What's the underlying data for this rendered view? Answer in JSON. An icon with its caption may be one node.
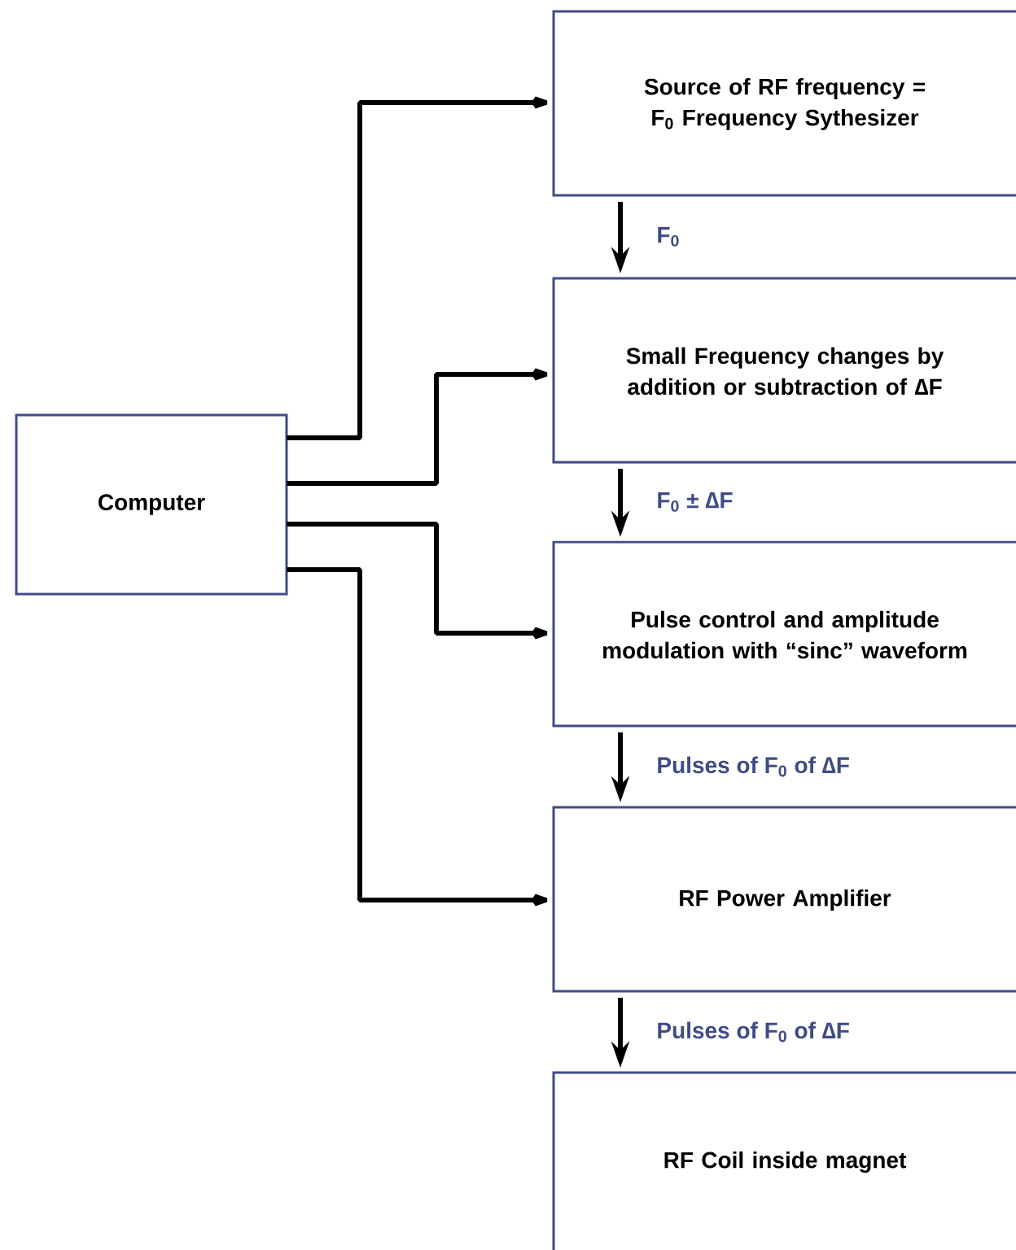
{
  "diagram": {
    "nodes": [
      {
        "text": [
          "Computer"
        ]
      },
      {
        "text": [
          "Source of RF frequency = F$_{0}$ Frequency Sythesizer"
        ]
      },
      {
        "text": [
          "Small Frequency changes by addition or subtraction of ∆F"
        ]
      },
      {
        "text": [
          "Pulse control and amplitude modulation with “sinc” waveform"
        ]
      },
      {
        "text": [
          "RF Power Amplifier"
        ]
      },
      {
        "text": [
          "RF Coil inside magnet"
        ]
      }
    ],
    "edges": [
      {
        "from": 0,
        "to": 1,
        "arrow": "to"
      },
      {
        "from": 0,
        "to": 2,
        "arrow": "to"
      },
      {
        "from": 0,
        "to": 3,
        "arrow": "to"
      },
      {
        "from": 0,
        "to": 4,
        "arrow": "to"
      },
      {
        "from": 1,
        "to": 2,
        "arrow": "to",
        "label": "F$_{0}$"
      },
      {
        "from": 2,
        "to": 3,
        "arrow": "to",
        "label": "F$_{0}$ ± ∆F"
      },
      {
        "from": 3,
        "to": 4,
        "arrow": "to",
        "label": "Pulses of F$_{0}$ of ∆F"
      },
      {
        "from": 4,
        "to": 5,
        "arrow": "to",
        "label": "Pulses of F$_{0}$ of ∆F"
      }
    ]
  }
}
